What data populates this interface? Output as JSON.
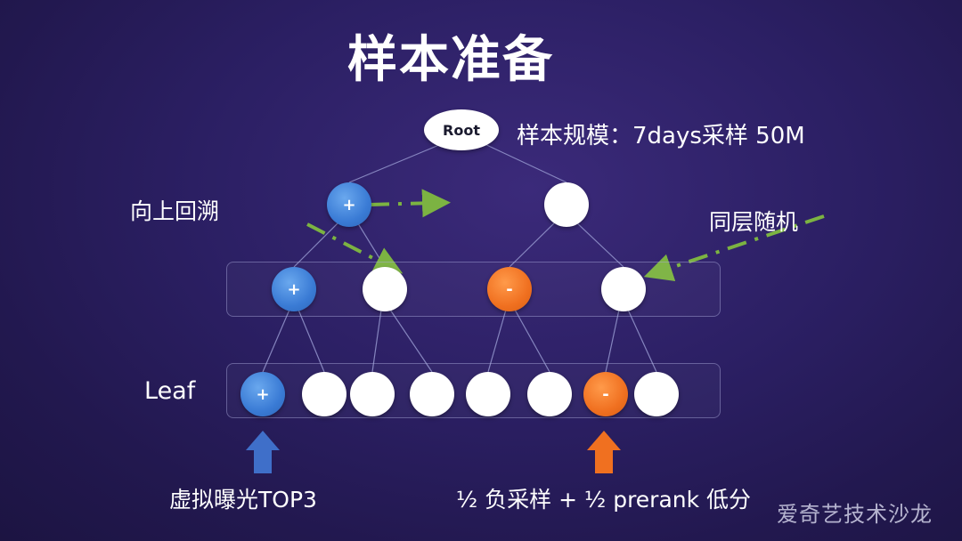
{
  "title": "样本准备",
  "root_label": "Root",
  "sample_scale": "样本规模：7days采样 50M",
  "backtrack_label": "向上回溯",
  "same_layer_label": "同层随机",
  "leaf_label": "Leaf",
  "virtual_exposure_label": "虚拟曝光TOP3",
  "negative_sampling_label": "½ 负采样 + ½ prerank 低分",
  "watermark": "爱奇艺技术沙龙",
  "nodes": {
    "level1_left_sign": "+",
    "level2_a_sign": "+",
    "level2_c_sign": "-",
    "leaf_1_sign": "+",
    "leaf_7_sign": "-"
  },
  "colors": {
    "positive": "#3a7bd5",
    "negative": "#f07020",
    "arrow_green": "#7cb342",
    "arrow_blue": "#3f6fc9",
    "arrow_orange": "#f07020"
  }
}
